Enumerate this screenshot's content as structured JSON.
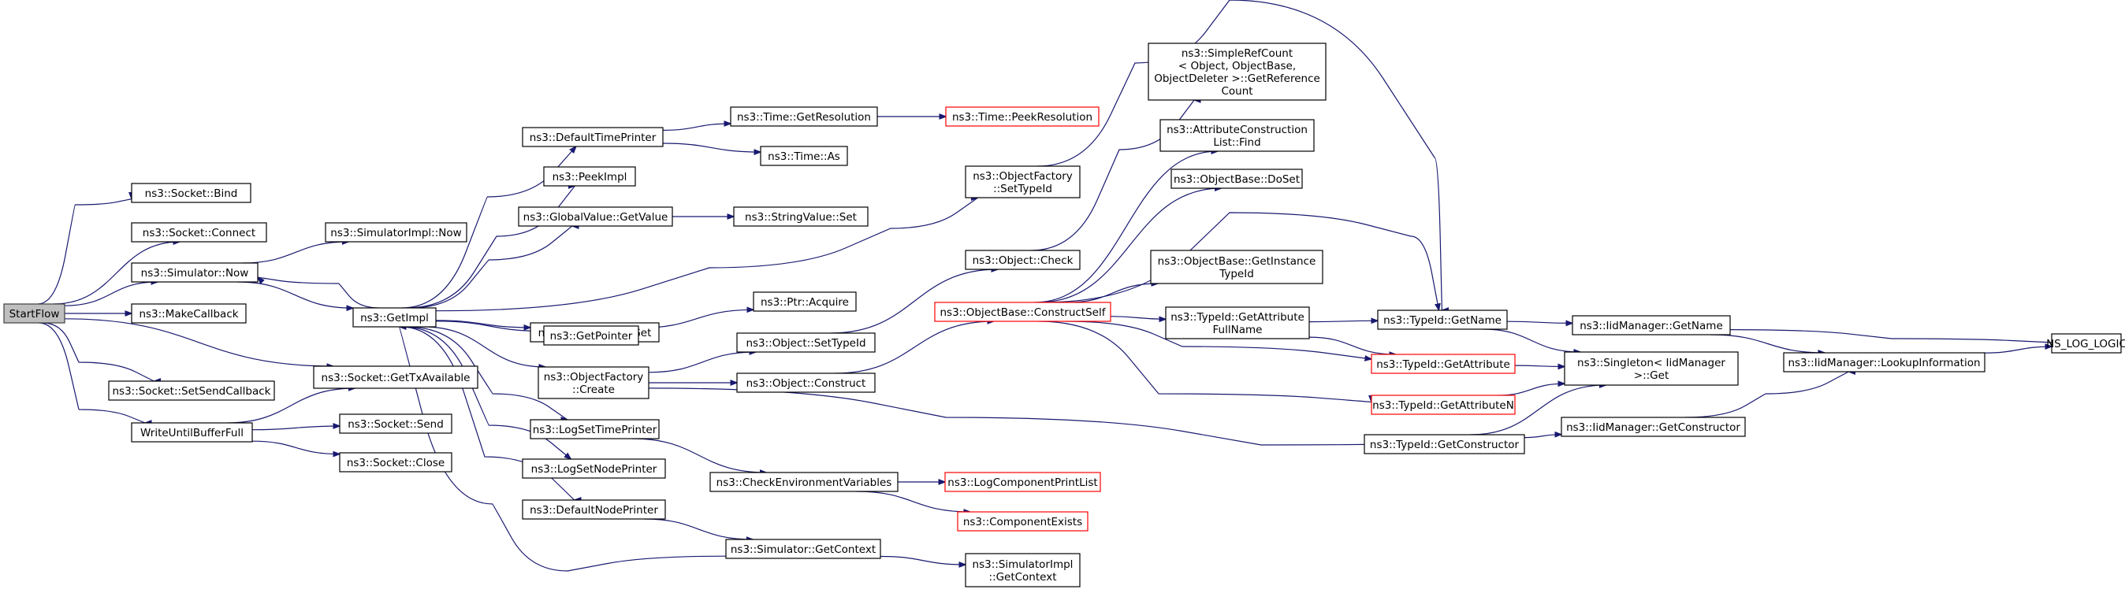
{
  "graph": {
    "title": "",
    "colors": {
      "edge": "#191970",
      "node_border": "#000000",
      "node_border_undocumented": "#ff0000",
      "root_fill": "#bfbfbf"
    },
    "nodes": [
      {
        "id": "StartFlow",
        "lines": [
          "StartFlow"
        ],
        "style": "root"
      },
      {
        "id": "SocketBind",
        "lines": [
          "ns3::Socket::Bind"
        ],
        "style": "normal"
      },
      {
        "id": "SocketConnect",
        "lines": [
          "ns3::Socket::Connect"
        ],
        "style": "normal"
      },
      {
        "id": "SimulatorNow",
        "lines": [
          "ns3::Simulator::Now"
        ],
        "style": "normal"
      },
      {
        "id": "MakeCallback",
        "lines": [
          "ns3::MakeCallback"
        ],
        "style": "normal"
      },
      {
        "id": "SetSendCallback",
        "lines": [
          "ns3::Socket::SetSendCallback"
        ],
        "style": "normal"
      },
      {
        "id": "WriteUntilBufferFull",
        "lines": [
          "WriteUntilBufferFull"
        ],
        "style": "normal"
      },
      {
        "id": "SimulatorImplNow",
        "lines": [
          "ns3::SimulatorImpl::Now"
        ],
        "style": "normal"
      },
      {
        "id": "GetImpl",
        "lines": [
          "ns3::GetImpl"
        ],
        "style": "normal"
      },
      {
        "id": "GetTxAvailable",
        "lines": [
          "ns3::Socket::GetTxAvailable"
        ],
        "style": "normal"
      },
      {
        "id": "SocketSend",
        "lines": [
          "ns3::Socket::Send"
        ],
        "style": "normal"
      },
      {
        "id": "SocketClose",
        "lines": [
          "ns3::Socket::Close"
        ],
        "style": "normal"
      },
      {
        "id": "DefaultTimePrinter",
        "lines": [
          "ns3::DefaultTimePrinter"
        ],
        "style": "normal"
      },
      {
        "id": "PeekImpl",
        "lines": [
          "ns3::PeekImpl"
        ],
        "style": "normal"
      },
      {
        "id": "GlobalValueGetValue",
        "lines": [
          "ns3::GlobalValue::GetValue"
        ],
        "style": "normal"
      },
      {
        "id": "StringValueGet",
        "lines": [
          "ns3::StringValue::Get"
        ],
        "style": "normal"
      },
      {
        "id": "GetPointer",
        "lines": [
          "ns3::GetPointer"
        ],
        "style": "normal"
      },
      {
        "id": "ObjectFactoryCreate",
        "lines": [
          "ns3::ObjectFactory",
          "::Create"
        ],
        "style": "normal"
      },
      {
        "id": "LogSetTimePrinter",
        "lines": [
          "ns3::LogSetTimePrinter"
        ],
        "style": "normal"
      },
      {
        "id": "LogSetNodePrinter",
        "lines": [
          "ns3::LogSetNodePrinter"
        ],
        "style": "normal"
      },
      {
        "id": "DefaultNodePrinter",
        "lines": [
          "ns3::DefaultNodePrinter"
        ],
        "style": "normal"
      },
      {
        "id": "TimeGetResolution",
        "lines": [
          "ns3::Time::GetResolution"
        ],
        "style": "normal"
      },
      {
        "id": "TimeAs",
        "lines": [
          "ns3::Time::As"
        ],
        "style": "normal"
      },
      {
        "id": "StringValueSet",
        "lines": [
          "ns3::StringValue::Set"
        ],
        "style": "normal"
      },
      {
        "id": "PtrAcquire",
        "lines": [
          "ns3::Ptr::Acquire"
        ],
        "style": "normal"
      },
      {
        "id": "ObjectSetTypeId",
        "lines": [
          "ns3::Object::SetTypeId"
        ],
        "style": "normal"
      },
      {
        "id": "ObjectConstruct",
        "lines": [
          "ns3::Object::Construct"
        ],
        "style": "normal"
      },
      {
        "id": "CheckEnvironmentVariables",
        "lines": [
          "ns3::CheckEnvironmentVariables"
        ],
        "style": "normal"
      },
      {
        "id": "SimulatorGetContext",
        "lines": [
          "ns3::Simulator::GetContext"
        ],
        "style": "normal"
      },
      {
        "id": "TimePeekResolution",
        "lines": [
          "ns3::Time::PeekResolution"
        ],
        "style": "red"
      },
      {
        "id": "ObjectFactorySetTypeId",
        "lines": [
          "ns3::ObjectFactory",
          "::SetTypeId"
        ],
        "style": "normal"
      },
      {
        "id": "ObjectCheck",
        "lines": [
          "ns3::Object::Check"
        ],
        "style": "normal"
      },
      {
        "id": "ConstructSelf",
        "lines": [
          "ns3::ObjectBase::ConstructSelf"
        ],
        "style": "red"
      },
      {
        "id": "LogComponentPrintList",
        "lines": [
          "ns3::LogComponentPrintList"
        ],
        "style": "red"
      },
      {
        "id": "ComponentExists",
        "lines": [
          "ns3::ComponentExists"
        ],
        "style": "red"
      },
      {
        "id": "SimulatorImplGetContext",
        "lines": [
          "ns3::SimulatorImpl",
          "::GetContext"
        ],
        "style": "normal"
      },
      {
        "id": "SimpleRefCount",
        "lines": [
          "ns3::SimpleRefCount",
          "< Object, ObjectBase,",
          "ObjectDeleter >::GetReference",
          "Count"
        ],
        "style": "normal"
      },
      {
        "id": "AttrConstructionListFind",
        "lines": [
          "ns3::AttributeConstruction",
          "List::Find"
        ],
        "style": "normal"
      },
      {
        "id": "ObjectBaseDoSet",
        "lines": [
          "ns3::ObjectBase::DoSet"
        ],
        "style": "normal"
      },
      {
        "id": "GetInstanceTypeId",
        "lines": [
          "ns3::ObjectBase::GetInstance",
          "TypeId"
        ],
        "style": "normal"
      },
      {
        "id": "TypeIdGetAttributeFullName",
        "lines": [
          "ns3::TypeId::GetAttribute",
          "FullName"
        ],
        "style": "normal"
      },
      {
        "id": "TypeIdGetName",
        "lines": [
          "ns3::TypeId::GetName"
        ],
        "style": "normal"
      },
      {
        "id": "TypeIdGetAttribute",
        "lines": [
          "ns3::TypeId::GetAttribute"
        ],
        "style": "red"
      },
      {
        "id": "TypeIdGetAttributeN",
        "lines": [
          "ns3::TypeId::GetAttributeN"
        ],
        "style": "red"
      },
      {
        "id": "TypeIdGetConstructor",
        "lines": [
          "ns3::TypeId::GetConstructor"
        ],
        "style": "normal"
      },
      {
        "id": "IidManagerGetName",
        "lines": [
          "ns3::IidManager::GetName"
        ],
        "style": "normal"
      },
      {
        "id": "SingletonGet",
        "lines": [
          "ns3::Singleton< IidManager",
          ">::Get"
        ],
        "style": "normal"
      },
      {
        "id": "IidManagerGetConstructor",
        "lines": [
          "ns3::IidManager::GetConstructor"
        ],
        "style": "normal"
      },
      {
        "id": "LookupInformation",
        "lines": [
          "ns3::IidManager::LookupInformation"
        ],
        "style": "normal"
      },
      {
        "id": "NS_LOG_LOGIC",
        "lines": [
          "NS_LOG_LOGIC"
        ],
        "style": "normal"
      }
    ],
    "edges": [
      [
        "StartFlow",
        "SocketBind"
      ],
      [
        "StartFlow",
        "SocketConnect"
      ],
      [
        "StartFlow",
        "SimulatorNow"
      ],
      [
        "StartFlow",
        "MakeCallback"
      ],
      [
        "StartFlow",
        "SetSendCallback"
      ],
      [
        "StartFlow",
        "WriteUntilBufferFull"
      ],
      [
        "StartFlow",
        "GetTxAvailable"
      ],
      [
        "SimulatorNow",
        "SimulatorImplNow"
      ],
      [
        "SimulatorNow",
        "GetImpl"
      ],
      [
        "GetImpl",
        "SimulatorNow"
      ],
      [
        "GetImpl",
        "DefaultTimePrinter"
      ],
      [
        "GetImpl",
        "PeekImpl"
      ],
      [
        "GetImpl",
        "GlobalValueGetValue"
      ],
      [
        "GetImpl",
        "StringValueGet"
      ],
      [
        "GetImpl",
        "GetPointer"
      ],
      [
        "GetImpl",
        "ObjectFactoryCreate"
      ],
      [
        "GetImpl",
        "LogSetTimePrinter"
      ],
      [
        "GetImpl",
        "LogSetNodePrinter"
      ],
      [
        "GetImpl",
        "DefaultNodePrinter"
      ],
      [
        "GetImpl",
        "ObjectFactorySetTypeId"
      ],
      [
        "WriteUntilBufferFull",
        "GetTxAvailable"
      ],
      [
        "WriteUntilBufferFull",
        "SocketSend"
      ],
      [
        "WriteUntilBufferFull",
        "SocketClose"
      ],
      [
        "DefaultTimePrinter",
        "TimeGetResolution"
      ],
      [
        "DefaultTimePrinter",
        "TimeAs"
      ],
      [
        "TimeGetResolution",
        "TimePeekResolution"
      ],
      [
        "GlobalValueGetValue",
        "StringValueSet"
      ],
      [
        "GetPointer",
        "PtrAcquire"
      ],
      [
        "ObjectFactoryCreate",
        "ObjectSetTypeId"
      ],
      [
        "ObjectFactoryCreate",
        "ObjectConstruct"
      ],
      [
        "ObjectFactoryCreate",
        "TypeIdGetConstructor"
      ],
      [
        "LogSetTimePrinter",
        "CheckEnvironmentVariables"
      ],
      [
        "DefaultNodePrinter",
        "SimulatorGetContext"
      ],
      [
        "SimulatorGetContext",
        "GetImpl"
      ],
      [
        "SimulatorGetContext",
        "SimulatorImplGetContext"
      ],
      [
        "ObjectSetTypeId",
        "ObjectCheck"
      ],
      [
        "ObjectConstruct",
        "ConstructSelf"
      ],
      [
        "CheckEnvironmentVariables",
        "LogComponentPrintList"
      ],
      [
        "CheckEnvironmentVariables",
        "ComponentExists"
      ],
      [
        "ObjectFactorySetTypeId",
        "TypeIdGetName"
      ],
      [
        "ObjectCheck",
        "SimpleRefCount"
      ],
      [
        "ConstructSelf",
        "AttrConstructionListFind"
      ],
      [
        "ConstructSelf",
        "ObjectBaseDoSet"
      ],
      [
        "ConstructSelf",
        "GetInstanceTypeId"
      ],
      [
        "ConstructSelf",
        "TypeIdGetAttributeFullName"
      ],
      [
        "ConstructSelf",
        "TypeIdGetName"
      ],
      [
        "ConstructSelf",
        "TypeIdGetAttribute"
      ],
      [
        "ConstructSelf",
        "TypeIdGetAttributeN"
      ],
      [
        "TypeIdGetAttributeFullName",
        "TypeIdGetName"
      ],
      [
        "TypeIdGetAttributeFullName",
        "TypeIdGetAttribute"
      ],
      [
        "TypeIdGetName",
        "IidManagerGetName"
      ],
      [
        "TypeIdGetName",
        "SingletonGet"
      ],
      [
        "TypeIdGetAttribute",
        "SingletonGet"
      ],
      [
        "TypeIdGetAttributeN",
        "SingletonGet"
      ],
      [
        "TypeIdGetConstructor",
        "SingletonGet"
      ],
      [
        "TypeIdGetConstructor",
        "IidManagerGetConstructor"
      ],
      [
        "IidManagerGetName",
        "NS_LOG_LOGIC"
      ],
      [
        "IidManagerGetName",
        "LookupInformation"
      ],
      [
        "IidManagerGetConstructor",
        "LookupInformation"
      ],
      [
        "LookupInformation",
        "NS_LOG_LOGIC"
      ]
    ]
  }
}
